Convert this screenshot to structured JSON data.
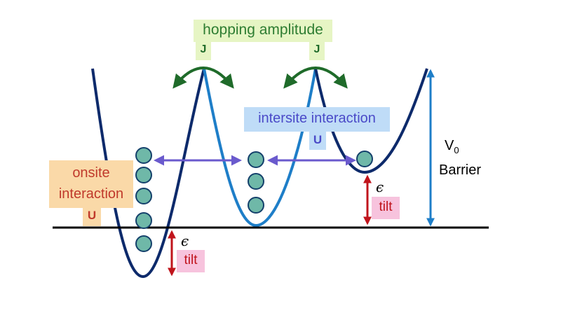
{
  "labels": {
    "hopping": "hopping amplitude",
    "J": "J",
    "intersite": "intersite interaction",
    "U": "U",
    "onsite_line1": "onsite",
    "onsite_line2": "interaction",
    "epsilon": "ϵ",
    "tilt": "tilt",
    "V": "V",
    "V_sub": "0",
    "barrier": "Barrier"
  },
  "colors": {
    "dark_well": "#0d2a6b",
    "light_well": "#1e7ec8",
    "hop_arrow": "#1f6b2a",
    "hop_bg": "#e6f5c4",
    "hop_text": "#2e7d32",
    "inter_arrow": "#6a5acd",
    "inter_bg": "#bfdcf7",
    "inter_text": "#4a4ac8",
    "onsite_bg": "#fad9a8",
    "onsite_text": "#c0392b",
    "tilt_arrow": "#c0141c",
    "tilt_bg": "#f7c3dd",
    "tilt_text": "#c0141c",
    "barrier_arrow": "#1e7ec8",
    "atom_fill": "#6fb8a8",
    "atom_stroke": "#14406b",
    "baseline": "#000000"
  }
}
